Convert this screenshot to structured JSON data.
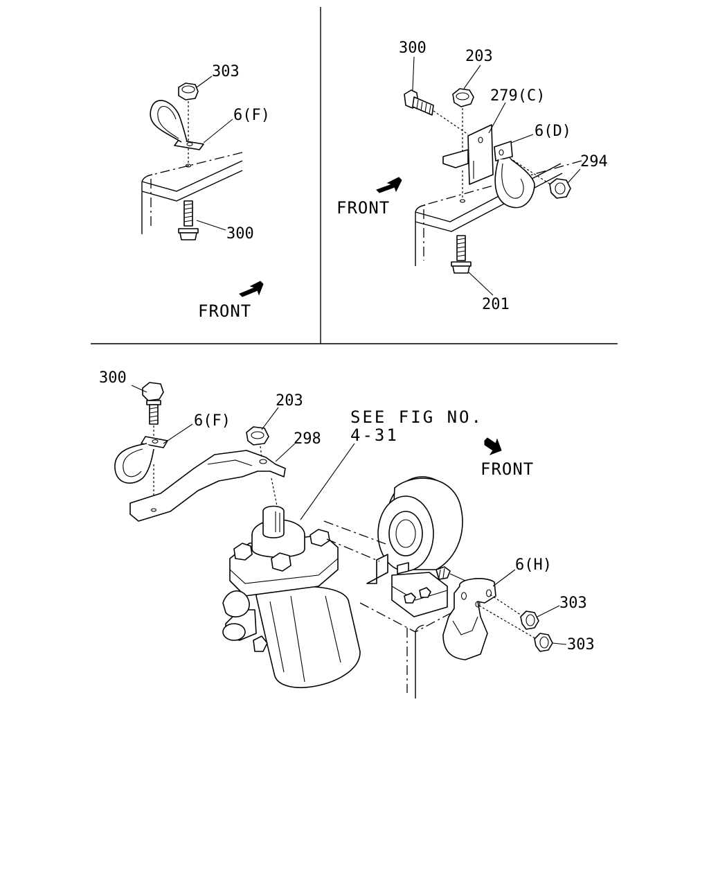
{
  "panel_top_left": {
    "labels": {
      "nut": "303",
      "clip": "6(F)",
      "bolt": "300"
    },
    "front": "FRONT"
  },
  "panel_top_right": {
    "labels": {
      "bolt": "300",
      "nut_top": "203",
      "bracket": "279(C)",
      "clip": "6(D)",
      "nut_side": "294",
      "bolt_bottom": "201"
    },
    "front": "FRONT"
  },
  "panel_bottom": {
    "labels": {
      "bolt": "300",
      "clip": "6(F)",
      "nut": "203",
      "bracket": "298",
      "clip_right": "6(H)",
      "nut_a": "303",
      "nut_b": "303"
    },
    "reference_line1": "SEE FIG NO.",
    "reference_line2": "4-31",
    "front": "FRONT"
  },
  "icons": [
    "front-direction-arrow",
    "hex-nut",
    "flange-bolt",
    "p-clip",
    "bracket",
    "steering-gear-box",
    "bearing-support"
  ],
  "colors": {
    "line": "#000000",
    "background": "#ffffff"
  }
}
